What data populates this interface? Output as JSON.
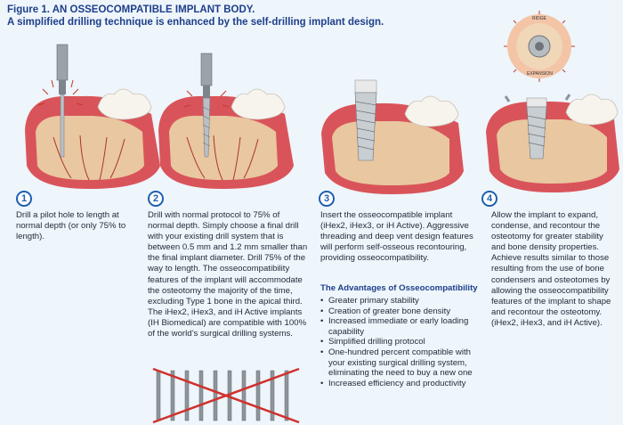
{
  "figure": {
    "title": "Figure 1. AN OSSEOCOMPATIBLE IMPLANT BODY.",
    "subtitle": "A simplified drilling technique is enhanced by the self-drilling implant design."
  },
  "steps": [
    {
      "number": "1",
      "text": "Drill a pilot hole to length at normal depth (or only 75% to length)."
    },
    {
      "number": "2",
      "text": "Drill with normal protocol to 75% of normal depth. Simply choose a final drill with your existing drill system that is between 0.5 mm and 1.2 mm smaller than the final implant diameter. Drill 75% of the way to length. The osseocompatibility features of the implant will accommodate the osteotomy the majority of the time, excluding Type 1 bone in the apical third. The iHex2, iHex3, and iH Active implants (IH Biomedical) are compatible with 100% of the world’s surgical drilling systems."
    },
    {
      "number": "3",
      "text": "Insert the osseocompatible implant (iHex2, iHex3, or iH Active). Aggressive threading and deep vent design features will perform self-osseous recontouring, providing osseocompatibility."
    },
    {
      "number": "4",
      "text": "Allow the implant to expand, condense, and recontour the osteotomy for greater stability and bone density properties. Achieve results similar to those resulting from the use of bone condensers and osteotomes by allowing the osseocompatibility features of the implant to shape and recontour the osteotomy. (iHex2, iHex3, and iH Active)."
    }
  ],
  "advantages": {
    "title": "The Advantages of Osseocompatibility",
    "items": [
      "Greater primary stability",
      "Creation of greater bone density",
      "Increased immediate or early loading capability",
      "Simplified drilling protocol",
      "One-hundred percent compatible with your existing surgical drilling system, eliminating the need to buy a new one",
      "Increased efficiency and productivity"
    ]
  },
  "inset_labels": {
    "top": "RIDGE",
    "bottom": "EXPANSION"
  },
  "colors": {
    "title": "#1e3f8a",
    "step_circle": "#1e5fb0",
    "gum": "#d9545a",
    "bone": "#e9c7a0",
    "background": "#eef5fb"
  }
}
